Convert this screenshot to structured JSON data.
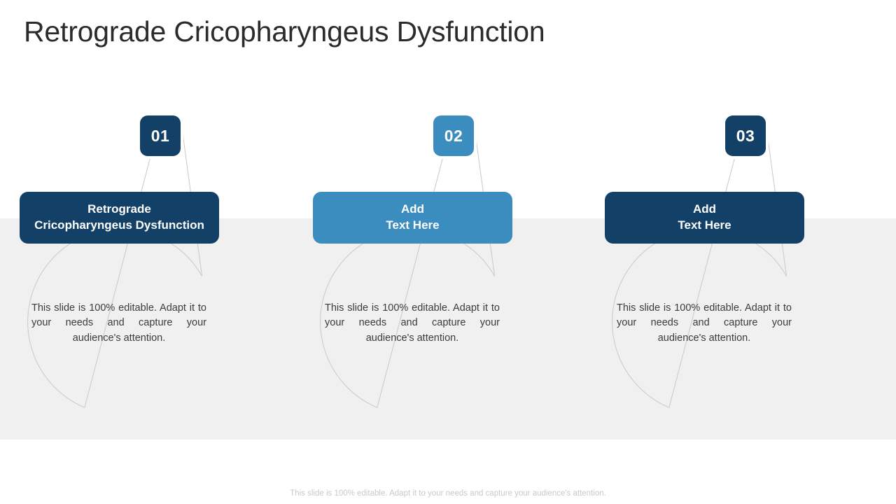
{
  "slide": {
    "title": "Retrograde Cricopharyngeus Dysfunction",
    "footer": "This slide is 100% editable. Adapt it to your needs and capture your audience's attention.",
    "background_color": "#ffffff",
    "band_color": "#f0f0f0",
    "outline_color": "#cccccc",
    "title_color": "#2b2b2b",
    "body_color": "#3b3b3b",
    "footer_color": "#c9c9c9"
  },
  "columns": [
    {
      "number": "01",
      "badge_color": "#134066",
      "card_color": "#134066",
      "card_line_1": "Retrograde",
      "card_line_2": "Cricopharyngeus Dysfunction",
      "body": "This slide is 100% editable. Adapt it to your needs and capture your audience's attention."
    },
    {
      "number": "02",
      "badge_color": "#3b8cbf",
      "card_color": "#3b8cbf",
      "card_line_1": "Add",
      "card_line_2": "Text Here",
      "body": "This slide is 100% editable. Adapt it to your needs and capture your audience's attention."
    },
    {
      "number": "03",
      "badge_color": "#134066",
      "card_color": "#134066",
      "card_line_1": "Add",
      "card_line_2": "Text Here",
      "body": "This slide is 100% editable. Adapt it to your needs and capture your audience's attention."
    }
  ]
}
